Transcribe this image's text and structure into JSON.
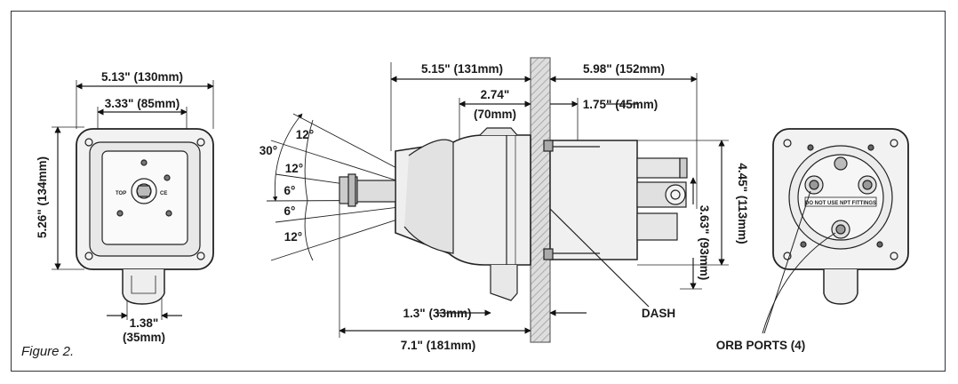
{
  "figure": {
    "caption": "Figure 2.",
    "front_view": {
      "width": "5.13\" (130mm)",
      "inner_width": "3.33\" (85mm)",
      "height": "5.26\" (134mm)",
      "port_width_in": "1.38\"",
      "port_width_mm": "(35mm)",
      "top_label": "TOP",
      "ce_mark": "CE"
    },
    "side_view": {
      "depth_front": "5.15\" (131mm)",
      "depth_back": "5.98\" (152mm)",
      "mid_in": "2.74\"",
      "mid_mm": "(70mm)",
      "back_short": "1.75\" (45mm)",
      "height_back": "4.45\" (113mm)",
      "port_height": "3.63\" (93mm)",
      "front_short": "1.3\" (33mm)",
      "overall": "7.1\" (181mm)",
      "dash_label": "DASH",
      "tilt_angles": [
        "30°",
        "12°",
        "12°",
        "6°",
        "6°",
        "12°"
      ]
    },
    "rear_view": {
      "ports_label": "ORB PORTS (4)",
      "warning_text": "DO NOT USE NPT FITTINGS"
    }
  }
}
